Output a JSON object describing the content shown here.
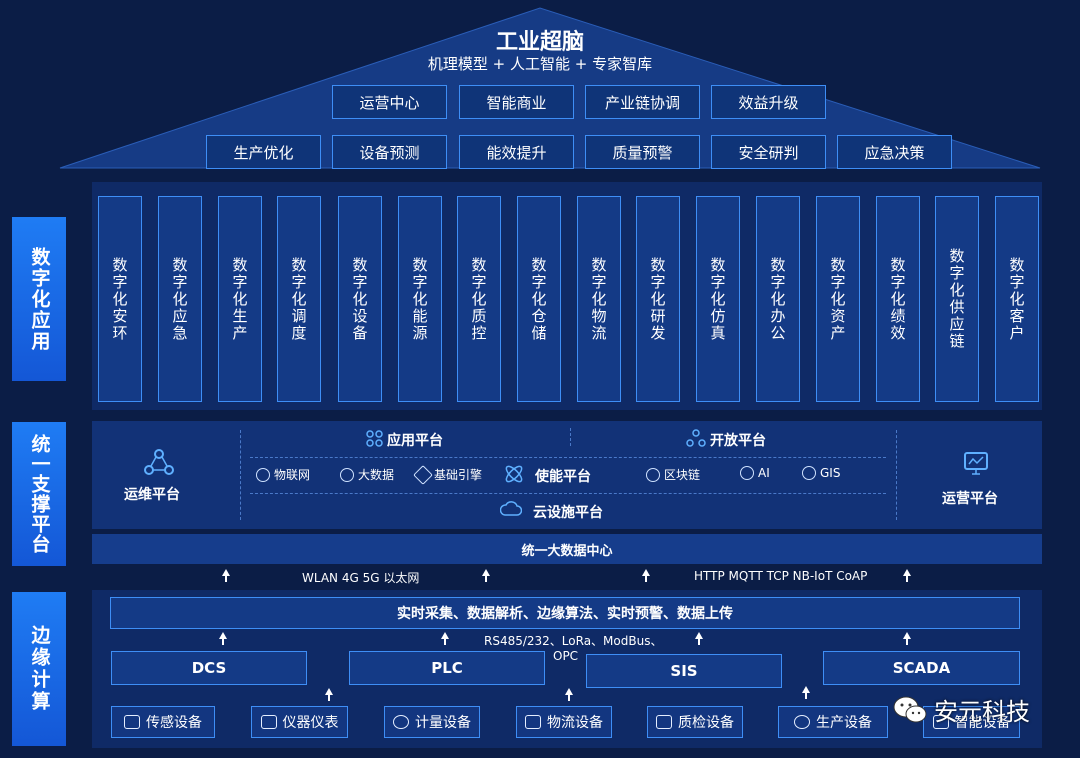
{
  "roof": {
    "title": "工业超脑",
    "subtitle": "机理模型 + 人工智能 + 专家智库",
    "row1": [
      "运营中心",
      "智能商业",
      "产业链协调",
      "效益升级"
    ],
    "row2": [
      "生产优化",
      "设备预测",
      "能效提升",
      "质量预警",
      "安全研判",
      "应急决策"
    ]
  },
  "sides": {
    "apps": "数字化应用",
    "platform": "统一支撑平台",
    "edge": "边缘计算"
  },
  "apps": [
    "数字化安环",
    "数字化应急",
    "数字化生产",
    "数字化调度",
    "数字化设备",
    "数字化能源",
    "数字化质控",
    "数字化仓储",
    "数字化物流",
    "数字化研发",
    "数字化仿真",
    "数字化办公",
    "数字化资产",
    "数字化绩效",
    "数字化供应链",
    "数字化客户"
  ],
  "platform": {
    "ops": "运维平台",
    "operate": "运营平台",
    "app_platform": "应用平台",
    "open_platform": "开放平台",
    "enable_platform": "使能平台",
    "cloud_platform": "云设施平台",
    "tech": {
      "iot": "物联网",
      "bigdata": "大数据",
      "engine": "基础引擎",
      "blockchain": "区块链",
      "ai": "AI",
      "gis": "GIS"
    }
  },
  "data_center": "统一大数据中心",
  "protocols": {
    "left": "WLAN 4G 5G 以太网",
    "right": "HTTP MQTT TCP NB-IoT CoAP",
    "field": "RS485/232、LoRa、ModBus、",
    "field2": "OPC"
  },
  "edge": {
    "collect": "实时采集、数据解析、边缘算法、实时预警、数据上传",
    "systems": [
      "DCS",
      "PLC",
      "SIS",
      "SCADA"
    ],
    "devices": [
      "传感设备",
      "仪器仪表",
      "计量设备",
      "物流设备",
      "质检设备",
      "生产设备",
      "智能设备"
    ]
  },
  "watermark": "安元科技",
  "colors": {
    "background": "#0b1d46",
    "accent": "#1f7cf4",
    "border": "#3e8ef6"
  }
}
